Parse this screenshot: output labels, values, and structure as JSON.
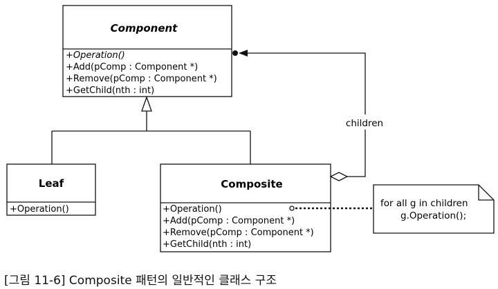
{
  "component": {
    "name": "Component",
    "operations": [
      "+Operation()",
      "+Add(pComp : Component *)",
      "+Remove(pComp : Component *)",
      "+GetChild(nth : int)"
    ]
  },
  "leaf": {
    "name": "Leaf",
    "operations": [
      "+Operation()"
    ]
  },
  "composite": {
    "name": "Composite",
    "operations": [
      "+Operation()",
      "+Add(pComp : Component *)",
      "+Remove(pComp : Component *)",
      "+GetChild(nth : int)"
    ]
  },
  "association": {
    "label": "children"
  },
  "note": {
    "lines": [
      "for all g in children",
      "g.Operation();"
    ]
  },
  "caption": "[그림 11-6] Composite 패턴의 일반적인 클래스 구조"
}
